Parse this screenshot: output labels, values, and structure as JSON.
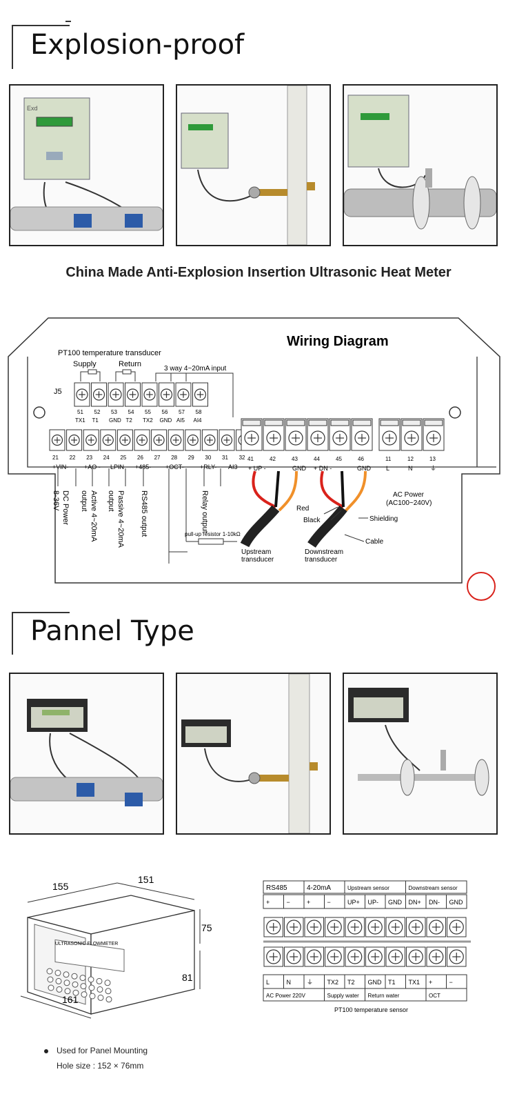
{
  "sections": {
    "explosion": {
      "title": "Explosion-proof",
      "caption": "China Made Anti-Explosion Insertion Ultrasonic Heat Meter",
      "box_label": "Exd"
    },
    "panel": {
      "title": "Pannel Type"
    }
  },
  "wiring": {
    "title": "Wiring Diagram",
    "pt100": "PT100 temperature transducer",
    "supply": "Supply",
    "return": "Return",
    "input_4_20": "3 way 4~20mA input",
    "j5": "J5",
    "top_terminals": [
      {
        "num": "51",
        "name": "TX1"
      },
      {
        "num": "52",
        "name": "T1"
      },
      {
        "num": "53",
        "name": "GND"
      },
      {
        "num": "54",
        "name": "T2"
      },
      {
        "num": "55",
        "name": "TX2"
      },
      {
        "num": "56",
        "name": "GND"
      },
      {
        "num": "57",
        "name": "AI5"
      },
      {
        "num": "58",
        "name": "AI4"
      }
    ],
    "bottom_nums": [
      "21",
      "22",
      "23",
      "24",
      "25",
      "26",
      "27",
      "28",
      "29",
      "30",
      "31",
      "32"
    ],
    "bottom_groups": [
      "+VIN-",
      "+AO -",
      "LPIN",
      "+485-",
      "+OCT-",
      "+RLY-",
      "AI3"
    ],
    "big_nums": [
      "41",
      "42",
      "43",
      "44",
      "45",
      "46",
      "11",
      "12",
      "13"
    ],
    "big_groups": [
      "+  UP  -",
      "GND",
      "+  DN  -",
      "GND",
      "L",
      "N",
      "⏚"
    ],
    "dc_power": "DC Power",
    "dc_range": "8-36V",
    "active_out": "Active 4~20mA",
    "active_out2": "output",
    "passive_out": "Passive 4~20mA",
    "passive_out2": "output",
    "rs485_out": "RS485 output",
    "relay_out": "Relay output",
    "pullup": "pull-up resistor 1-10kΩ",
    "upstream": "Upstream",
    "upstream2": "transducer",
    "downstream": "Downstream",
    "downstream2": "transducer",
    "red": "Red",
    "black": "Black",
    "shielding": "Shielding",
    "cable": "Cable",
    "ac_power": "AC Power",
    "ac_range": "(AC100~240V)"
  },
  "dimensions": {
    "d155": "155",
    "d151": "151",
    "d75": "75",
    "d81": "81",
    "d161": "161",
    "front_label": "ULTRASONIC FLOWMETER"
  },
  "terminal_table": {
    "groups": [
      "RS485",
      "4-20mA",
      "Upstream sensor",
      "Downstream sensor"
    ],
    "top_labels": [
      "+",
      "−",
      "+",
      "−",
      "UP+",
      "UP-",
      "GND",
      "DN+",
      "DN-",
      "GND"
    ],
    "bottom_labels": [
      "L",
      "N",
      "⏚",
      "TX2",
      "T2",
      "GND",
      "T1",
      "TX1",
      "+",
      "−"
    ],
    "bottom_groups": [
      "AC Power 220V",
      "Supply water",
      "Return water",
      "OCT"
    ],
    "footer": "PT100 temperature sensor"
  },
  "notes": {
    "bullet": "Used for Panel Mounting",
    "hole": "Hole size : 152 × 76mm"
  },
  "colors": {
    "red_wire": "#d9221b",
    "orange_wire": "#f0902a",
    "device_green": "#d6dfc9",
    "display_green": "#2f9a3a"
  }
}
